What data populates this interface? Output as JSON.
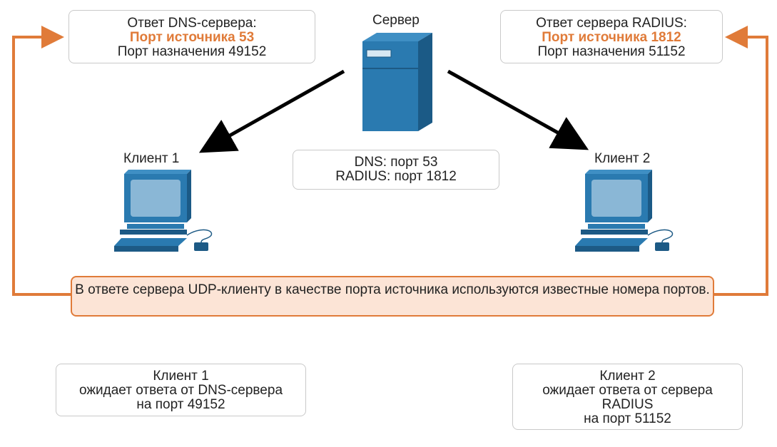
{
  "server": {
    "label": "Сервер"
  },
  "client1": {
    "label": "Клиент 1"
  },
  "client2": {
    "label": "Клиент 2"
  },
  "dns_response": {
    "line1": "Ответ DNS-сервера:",
    "line2": "Порт источника 53",
    "line3": "Порт назначения 49152"
  },
  "radius_response": {
    "line1": "Ответ сервера RADIUS:",
    "line2": "Порт источника 1812",
    "line3": "Порт назначения 51152"
  },
  "server_ports": {
    "line1": "DNS: порт 53",
    "line2": "RADIUS: порт 1812"
  },
  "note": {
    "line1": "В ответе сервера UDP-клиенту в качестве порта источника используются известные",
    "line2": "номера портов."
  },
  "client1_wait": {
    "line1": "Клиент 1",
    "line2": "ожидает ответа от DNS-сервера",
    "line3": "на порт 49152"
  },
  "client2_wait": {
    "line1": "Клиент 2",
    "line2": "ожидает ответа от сервера",
    "line3": "RADIUS",
    "line4": "на порт 51152"
  },
  "colors": {
    "accent": "#e07b39",
    "note_fill": "#fce4d6",
    "device_blue": "#2a7ab0",
    "device_dark": "#1d5a85",
    "screen": "#8ab7d6",
    "arrow": "#000000"
  },
  "icons": [
    "server-icon",
    "computer-icon"
  ]
}
